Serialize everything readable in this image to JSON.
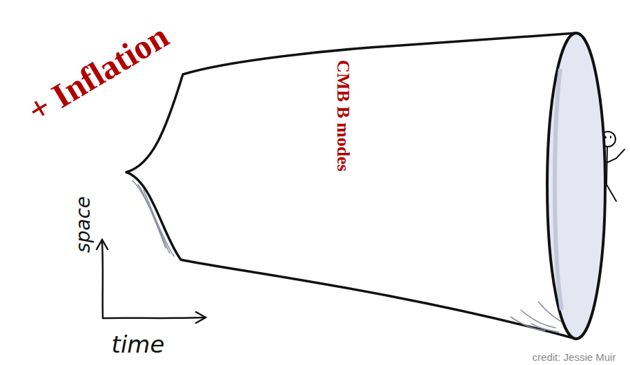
{
  "diagram": {
    "nodes": [
      {
        "text": [
          "CMB B modes"
        ]
      }
    ],
    "labels": [
      "+ Inflation",
      "space",
      "time",
      "credit: Jessie Muir"
    ]
  }
}
